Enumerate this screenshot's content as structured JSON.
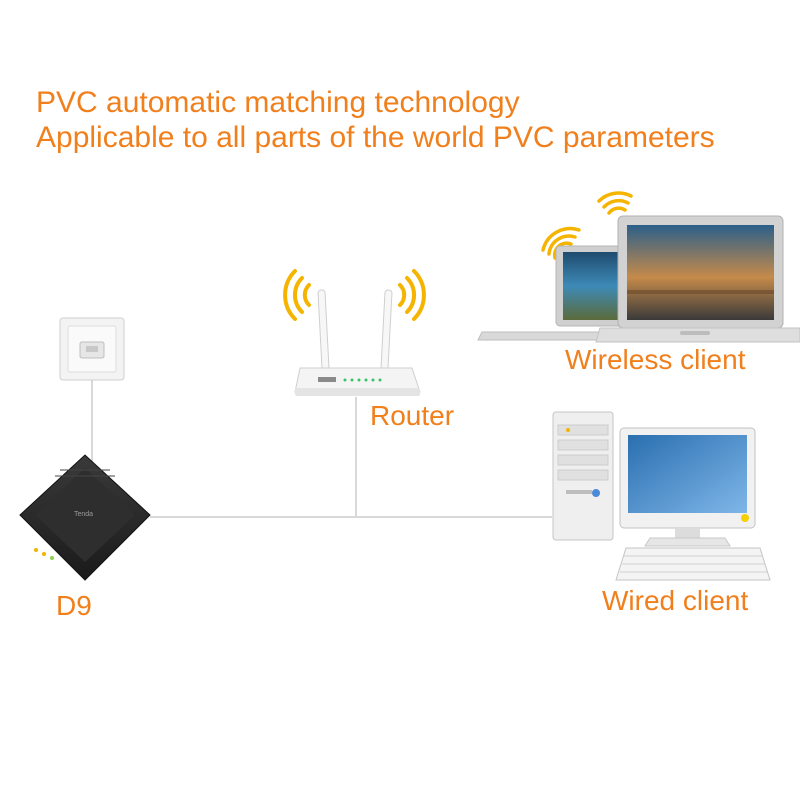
{
  "headline": {
    "line1": "PVC automatic matching technology",
    "line2": "Applicable to all parts of the world PVC parameters"
  },
  "nodes": {
    "router": {
      "label": "Router",
      "icon": "wifi-router-icon"
    },
    "wireless_client": {
      "label": "Wireless client",
      "icon": "laptop-icon"
    },
    "wired_client": {
      "label": "Wired client",
      "icon": "desktop-computer-icon"
    },
    "d9": {
      "label": "D9",
      "icon": "powerline-adapter-icon"
    },
    "wall_socket": {
      "icon": "wall-socket-icon"
    }
  },
  "colors": {
    "accent": "#f07f1c",
    "signal": "#f5b400",
    "device_dark": "#2a2a2a",
    "line": "#d8d8d8"
  }
}
